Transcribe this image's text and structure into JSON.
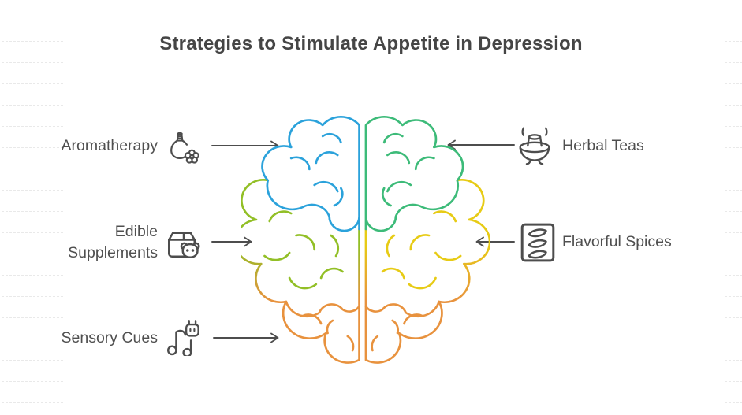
{
  "title": "Strategies to Stimulate Appetite in Depression",
  "left_items": [
    {
      "label": "Aromatherapy",
      "icon": "aromatherapy-diffuser-icon"
    },
    {
      "label": "Edible\nSupplements",
      "icon": "supplement-box-icon"
    },
    {
      "label": "Sensory Cues",
      "icon": "music-note-robot-icon"
    }
  ],
  "right_items": [
    {
      "label": "Herbal Teas",
      "icon": "steaming-tea-bowl-icon"
    },
    {
      "label": "Flavorful Spices",
      "icon": "spice-pods-box-icon"
    }
  ],
  "brain_colors": {
    "top_left": "#2ba2db",
    "top_right": "#3dbb79",
    "mid_left": "#92bf26",
    "mid_right": "#e7cb15",
    "bottom": "#e8923e"
  },
  "ui_colors": {
    "text": "#4f4f4f",
    "title": "#454545",
    "arrow": "#4d4d4d",
    "edge_line": "#e9e9e9"
  }
}
